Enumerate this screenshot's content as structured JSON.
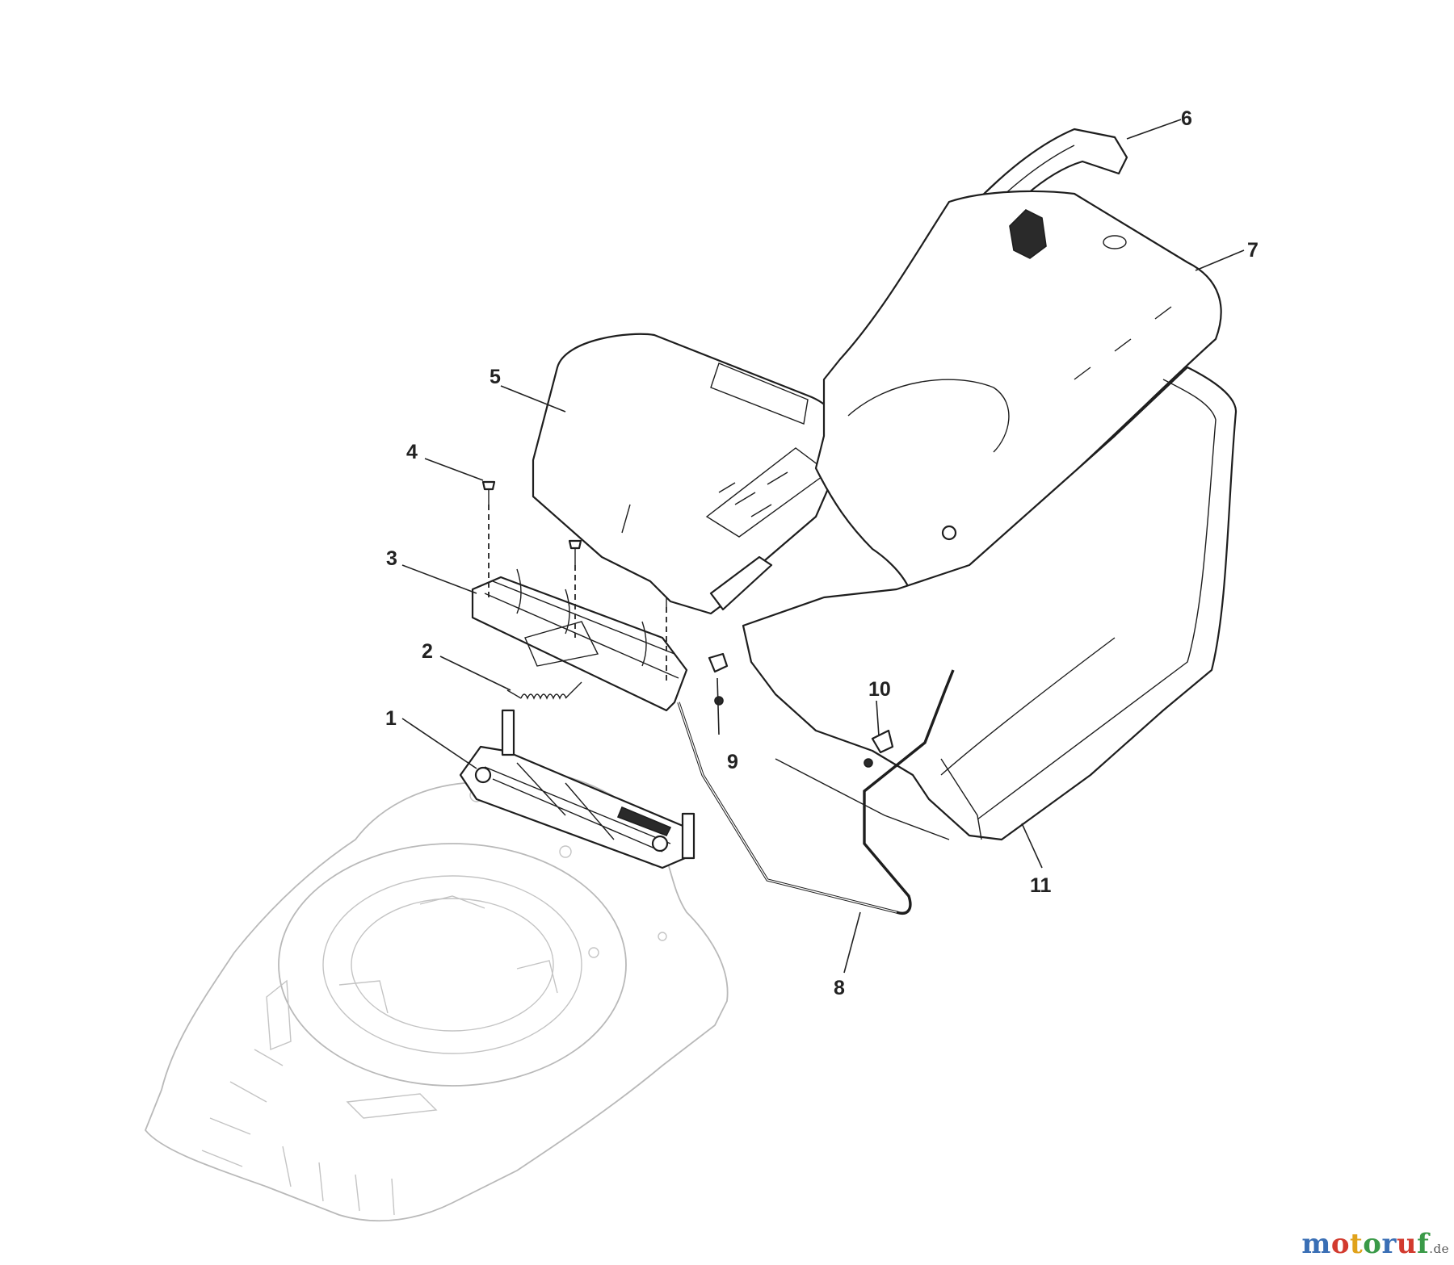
{
  "callouts": [
    {
      "id": "1",
      "label": "1"
    },
    {
      "id": "2",
      "label": "2"
    },
    {
      "id": "3",
      "label": "3"
    },
    {
      "id": "4",
      "label": "4"
    },
    {
      "id": "5",
      "label": "5"
    },
    {
      "id": "6",
      "label": "6"
    },
    {
      "id": "7",
      "label": "7"
    },
    {
      "id": "8",
      "label": "8"
    },
    {
      "id": "9",
      "label": "9"
    },
    {
      "id": "10",
      "label": "10"
    },
    {
      "id": "11",
      "label": "11"
    }
  ],
  "watermark": {
    "letters": [
      "m",
      "o",
      "t",
      "o",
      "r",
      "u",
      "f"
    ],
    "tld": ".de",
    "colors": [
      "#3a6fb5",
      "#d23a2e",
      "#e0a21b",
      "#3a9a48",
      "#3a6fb5",
      "#d23a2e",
      "#3a9a48"
    ]
  },
  "colors": {
    "ink": "#1e1e1e",
    "ghost_deck": "#b9b9b9",
    "background": "#ffffff"
  }
}
